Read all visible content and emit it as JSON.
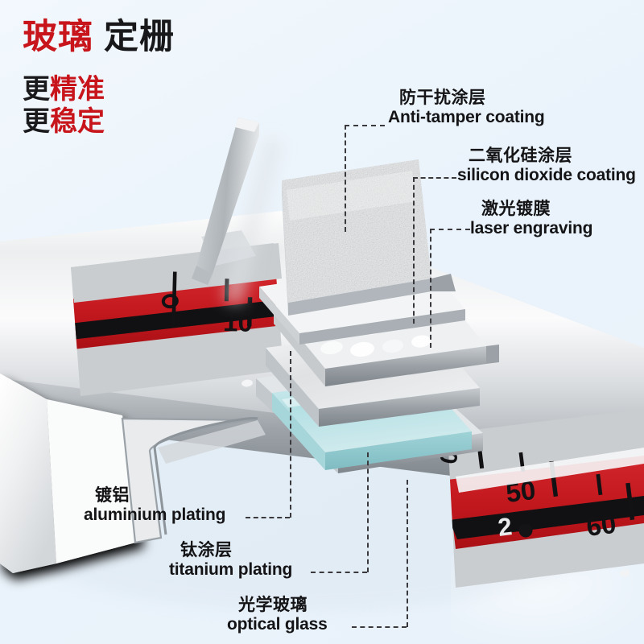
{
  "headline": {
    "title_red": "玻璃",
    "title_black": "定栅",
    "sub_line1_black": "更",
    "sub_line1_red": "精准",
    "sub_line2_black": "更",
    "sub_line2_red": "稳定",
    "color_red": "#c8151b",
    "color_black": "#18181a"
  },
  "callouts": [
    {
      "id": "anti-tamper",
      "cn": "防干扰涂层",
      "en": "Anti-tamper coating"
    },
    {
      "id": "silicon-dioxide",
      "cn": "二氧化硅涂层",
      "en": "silicon dioxide coating"
    },
    {
      "id": "laser-engraving",
      "cn": "激光镀膜",
      "en": "laser engraving"
    },
    {
      "id": "aluminium",
      "cn": "镀铝",
      "en": "aluminium plating"
    },
    {
      "id": "titanium",
      "cn": "钛涂层",
      "en": "titanium plating"
    },
    {
      "id": "optical-glass",
      "cn": "光学玻璃",
      "en": "optical glass"
    }
  ],
  "scale": {
    "left_ticks": [
      "10"
    ],
    "right_ticks": [
      "0",
      "50",
      "60"
    ],
    "vernier_value": "2",
    "band_color": "#c0171d",
    "face_color": "#c9cdd0"
  },
  "background_color": "#eef6fc"
}
